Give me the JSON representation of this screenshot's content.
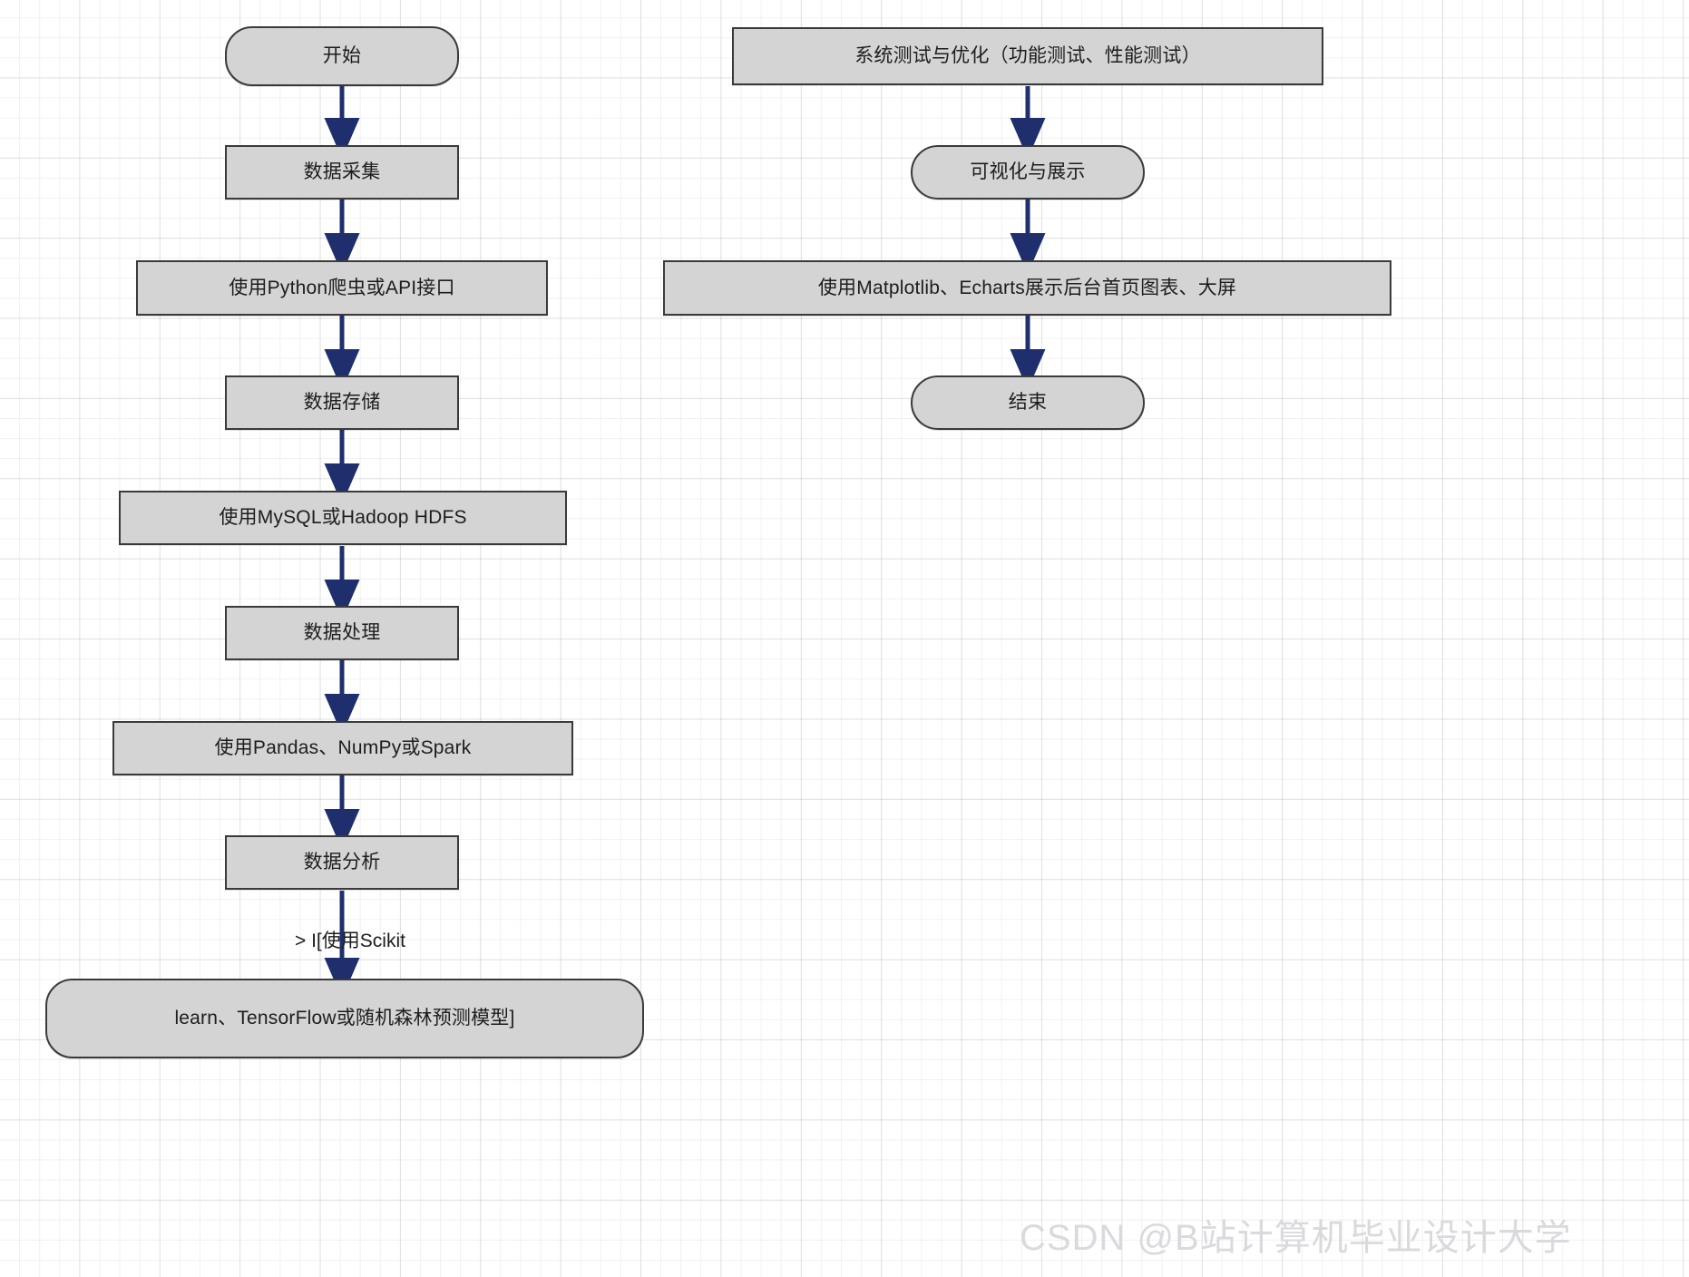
{
  "diagram": {
    "type": "flowchart",
    "orientation": "top-down, two columns",
    "colors": {
      "node_fill": "#d4d4d4",
      "node_stroke": "#3a3a3a",
      "edge_stroke": "#1f2f6e",
      "text": "#1d1d1d",
      "grid": "#e8e8e8",
      "watermark": "#d9dadd"
    },
    "left_column": {
      "nodes": [
        {
          "id": "start",
          "shape": "stadium",
          "label": "开始"
        },
        {
          "id": "collect",
          "shape": "rect",
          "label": "数据采集"
        },
        {
          "id": "collect_tool",
          "shape": "rect",
          "label": "使用Python爬虫或API接口"
        },
        {
          "id": "store",
          "shape": "rect",
          "label": "数据存储"
        },
        {
          "id": "store_tool",
          "shape": "rect",
          "label": "使用MySQL或Hadoop HDFS"
        },
        {
          "id": "process",
          "shape": "rect",
          "label": "数据处理"
        },
        {
          "id": "process_tool",
          "shape": "rect",
          "label": "使用Pandas、NumPy或Spark"
        },
        {
          "id": "analyze",
          "shape": "rect",
          "label": "数据分析"
        },
        {
          "id": "model",
          "shape": "stadium",
          "label": "learn、TensorFlow或随机森林预测模型]"
        }
      ],
      "edge_labels": [
        {
          "id": "analyze-to-model",
          "label": "> I[使用Scikit"
        }
      ]
    },
    "right_column": {
      "nodes": [
        {
          "id": "test",
          "shape": "rect",
          "label": "系统测试与优化（功能测试、性能测试）"
        },
        {
          "id": "visualize",
          "shape": "stadium",
          "label": "可视化与展示"
        },
        {
          "id": "viz_tool",
          "shape": "rect",
          "label": "使用Matplotlib、Echarts展示后台首页图表、大屏"
        },
        {
          "id": "end",
          "shape": "stadium",
          "label": "结束"
        }
      ],
      "edge_labels": []
    }
  },
  "watermark": {
    "text": "CSDN @B站计算机毕业设计大学"
  }
}
